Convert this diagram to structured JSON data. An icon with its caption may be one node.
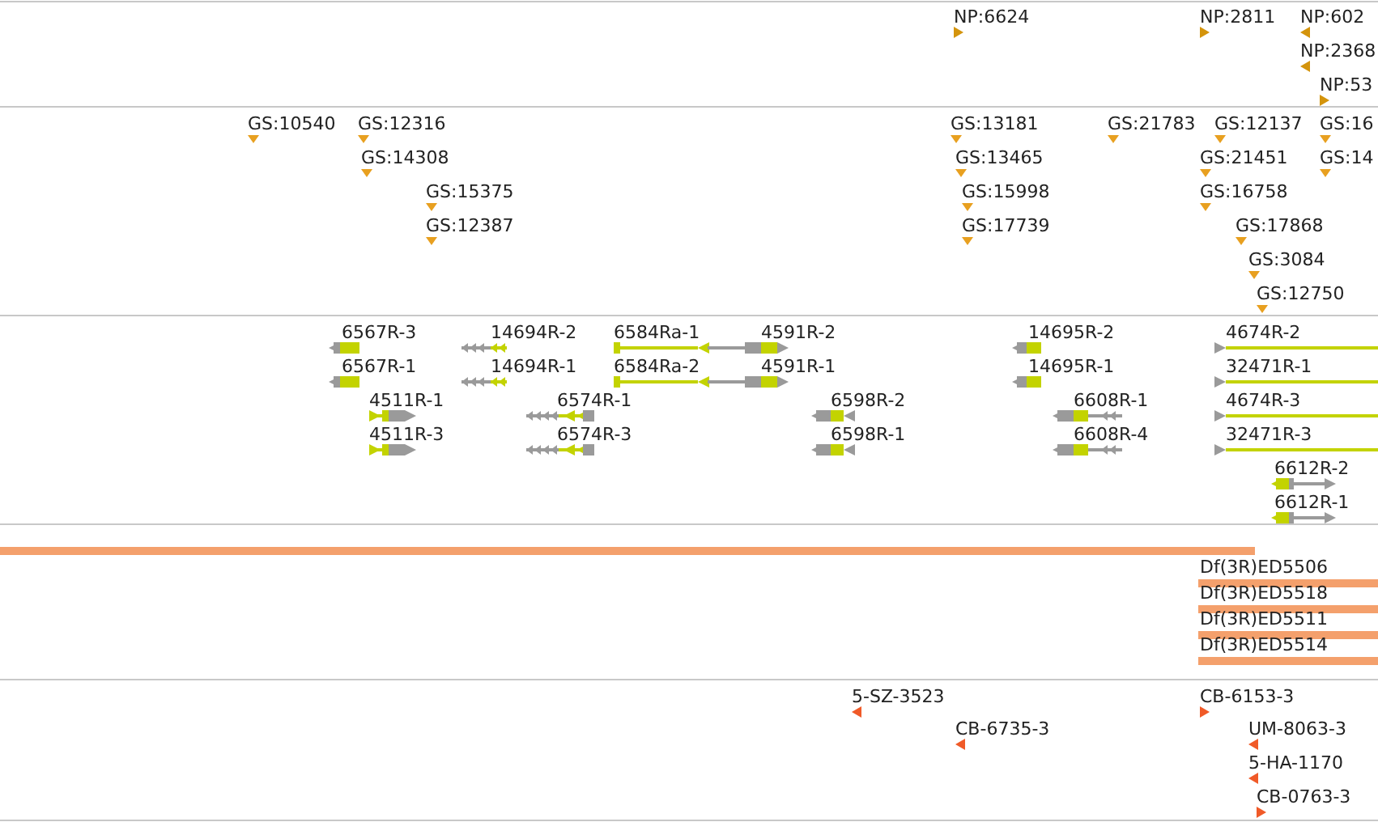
{
  "diagram": {
    "labels": [
      "NP:6624",
      "NP:2811",
      "NP:602",
      "NP:2368",
      "NP:53",
      "GS:10540",
      "GS:12316",
      "GS:13181",
      "GS:21783",
      "GS:12137",
      "GS:16",
      "GS:14308",
      "GS:13465",
      "GS:21451",
      "GS:14",
      "GS:15375",
      "GS:15998",
      "GS:16758",
      "GS:12387",
      "GS:17739",
      "GS:17868",
      "GS:3084",
      "GS:12750",
      "6567R-3",
      "14694R-2",
      "6584Ra-1",
      "4591R-2",
      "14695R-2",
      "4674R-2",
      "6567R-1",
      "14694R-1",
      "6584Ra-2",
      "4591R-1",
      "14695R-1",
      "32471R-1",
      "4511R-1",
      "6574R-1",
      "6598R-2",
      "6608R-1",
      "4674R-3",
      "4511R-3",
      "6574R-3",
      "6598R-1",
      "6608R-4",
      "32471R-3",
      "6612R-2",
      "6612R-1",
      "Df(3R)ED5506",
      "Df(3R)ED5518",
      "Df(3R)ED5511",
      "Df(3R)ED5514",
      "5-SZ-3523",
      "CB-6153-3",
      "CB-6735-3",
      "UM-8063-3",
      "5-HA-1170",
      "CB-0763-3"
    ]
  }
}
